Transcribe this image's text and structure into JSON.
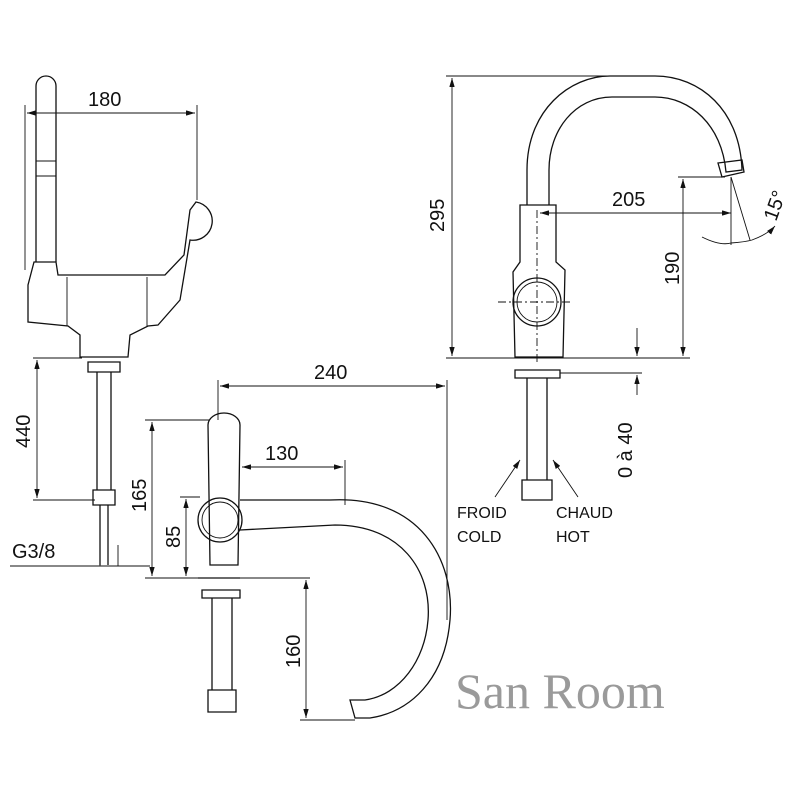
{
  "dimensions": {
    "side_width": "180",
    "shank_length": "440",
    "thread": "G3/8",
    "spout_reach": "240",
    "total_height_top": "165",
    "body_height": "85",
    "spout_offset": "130",
    "spout_drop": "160",
    "total_height": "295",
    "outlet_reach": "205",
    "outlet_height": "190",
    "swivel_angle": "15°",
    "deck_thickness": "0 à 40"
  },
  "labels": {
    "cold_fr": "FROID",
    "cold_en": "COLD",
    "hot_fr": "CHAUD",
    "hot_en": "HOT"
  },
  "watermark": "San Room"
}
